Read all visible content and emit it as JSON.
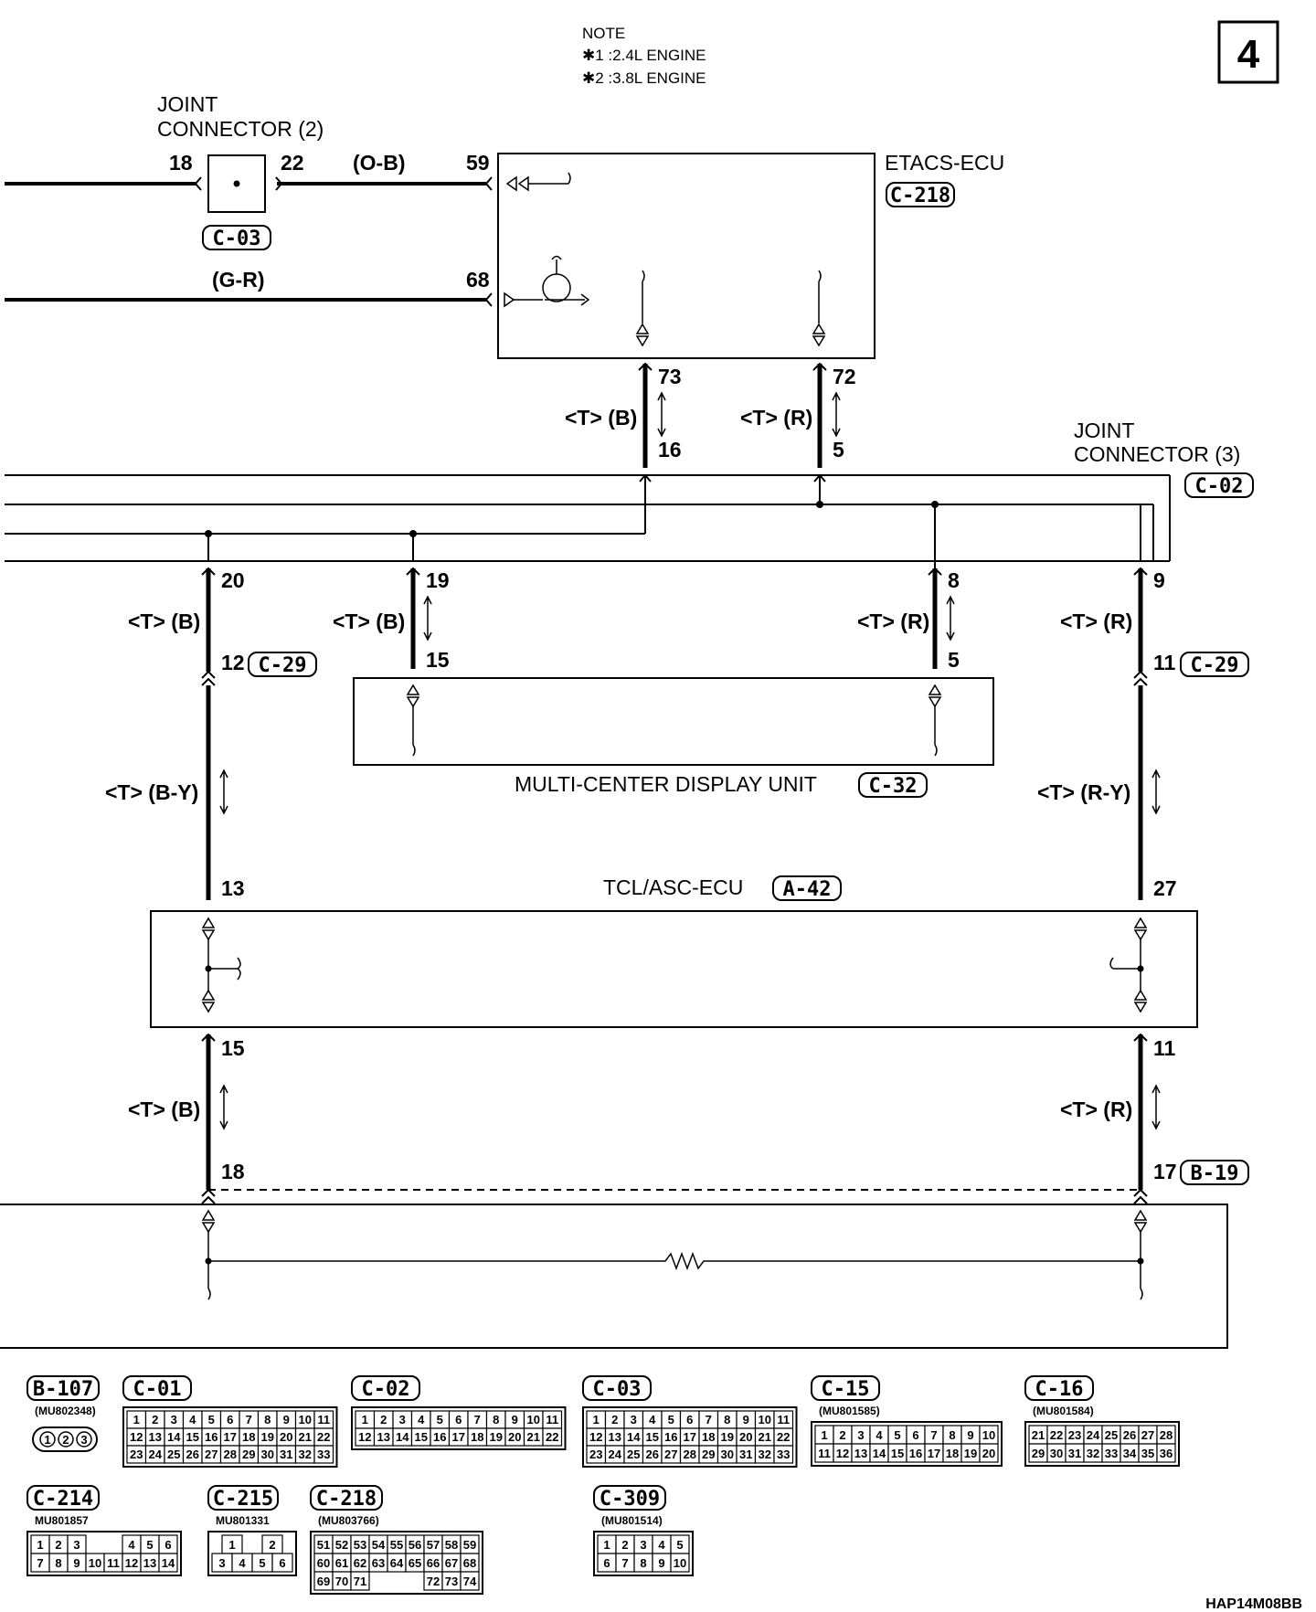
{
  "page_badge": "4",
  "note": {
    "title": "NOTE",
    "lines": [
      "✱1 :2.4L ENGINE",
      "✱2 :3.8L ENGINE"
    ]
  },
  "joint2": {
    "line1": "JOINT",
    "line2": "CONNECTOR (2)",
    "connector": "C-03",
    "pin_left": "18",
    "pin_right": "22"
  },
  "joint3": {
    "line1": "JOINT",
    "line2": "CONNECTOR (3)",
    "connector": "C-02"
  },
  "etacs": {
    "name": "ETACS-ECU",
    "connector": "C-218",
    "pin_59": "59",
    "pin_68": "68",
    "pin_73": "73",
    "pin_72": "72"
  },
  "wires": {
    "w59": "(O-B)",
    "w68": "(G-R)",
    "w73": "<T> (B)",
    "w72": "<T> (R)",
    "w20": "<T> (B)",
    "w19": "<T> (B)",
    "w8": "<T> (R)",
    "w9": "<T> (R)",
    "w12": "<T> (B-Y)",
    "w11": "<T> (R-Y)",
    "w15": "<T> (B)",
    "w11b": "<T> (R)"
  },
  "pins": {
    "p16": "16",
    "p5": "5",
    "p20": "20",
    "p19": "19",
    "p8": "8",
    "p9": "9",
    "p12": "12",
    "p15m": "15",
    "p5m": "5",
    "p11": "11",
    "p13": "13",
    "p27": "27",
    "p15": "15",
    "p11b": "11",
    "p18": "18",
    "p17": "17"
  },
  "conn_tags": {
    "c29a": "C-29",
    "c29b": "C-29",
    "b19": "B-19"
  },
  "mcdu": {
    "name": "MULTI-CENTER DISPLAY UNIT",
    "connector": "C-32"
  },
  "tcl": {
    "name": "TCL/ASC-ECU",
    "connector": "A-42"
  },
  "connector_legend": [
    {
      "id": "B-107",
      "part": "(MU802348)",
      "rows": [
        [
          "1",
          "2",
          "3"
        ]
      ]
    },
    {
      "id": "C-01",
      "part": "",
      "rows": [
        [
          "1",
          "2",
          "3",
          "4",
          "5",
          "6",
          "7",
          "8",
          "9",
          "10",
          "11"
        ],
        [
          "12",
          "13",
          "14",
          "15",
          "16",
          "17",
          "18",
          "19",
          "20",
          "21",
          "22"
        ],
        [
          "23",
          "24",
          "25",
          "26",
          "27",
          "28",
          "29",
          "30",
          "31",
          "32",
          "33"
        ]
      ]
    },
    {
      "id": "C-02",
      "part": "",
      "rows": [
        [
          "1",
          "2",
          "3",
          "4",
          "5",
          "6",
          "7",
          "8",
          "9",
          "10",
          "11"
        ],
        [
          "12",
          "13",
          "14",
          "15",
          "16",
          "17",
          "18",
          "19",
          "20",
          "21",
          "22"
        ]
      ]
    },
    {
      "id": "C-03",
      "part": "",
      "rows": [
        [
          "1",
          "2",
          "3",
          "4",
          "5",
          "6",
          "7",
          "8",
          "9",
          "10",
          "11"
        ],
        [
          "12",
          "13",
          "14",
          "15",
          "16",
          "17",
          "18",
          "19",
          "20",
          "21",
          "22"
        ],
        [
          "23",
          "24",
          "25",
          "26",
          "27",
          "28",
          "29",
          "30",
          "31",
          "32",
          "33"
        ]
      ]
    },
    {
      "id": "C-15",
      "part": "(MU801585)",
      "rows": [
        [
          "1",
          "2",
          "3",
          "4",
          "5",
          "6",
          "7",
          "8",
          "9",
          "10"
        ],
        [
          "11",
          "12",
          "13",
          "14",
          "15",
          "16",
          "17",
          "18",
          "19",
          "20"
        ]
      ]
    },
    {
      "id": "C-16",
      "part": "(MU801584)",
      "rows": [
        [
          "21",
          "22",
          "23",
          "24",
          "25",
          "26",
          "27",
          "28"
        ],
        [
          "29",
          "30",
          "31",
          "32",
          "33",
          "34",
          "35",
          "36"
        ]
      ]
    },
    {
      "id": "C-214",
      "part": "MU801857",
      "rows": [
        [
          "1",
          "2",
          "3",
          "",
          "",
          "4",
          "5",
          "6"
        ],
        [
          "7",
          "8",
          "9",
          "10",
          "11",
          "12",
          "13",
          "14"
        ]
      ]
    },
    {
      "id": "C-215",
      "part": "MU801331",
      "rows": [
        [
          "1",
          "",
          "2"
        ],
        [
          "3",
          "4",
          "5",
          "6"
        ]
      ]
    },
    {
      "id": "C-218",
      "part": "(MU803766)",
      "rows": [
        [
          "51",
          "52",
          "53",
          "54",
          "55",
          "56",
          "57",
          "58",
          "59"
        ],
        [
          "60",
          "61",
          "62",
          "63",
          "64",
          "65",
          "66",
          "67",
          "68"
        ],
        [
          "69",
          "70",
          "71",
          "",
          "",
          "",
          "72",
          "73",
          "74"
        ]
      ]
    },
    {
      "id": "C-309",
      "part": "(MU801514)",
      "rows": [
        [
          "1",
          "2",
          "3",
          "4",
          "5"
        ],
        [
          "6",
          "7",
          "8",
          "9",
          "10"
        ]
      ]
    }
  ],
  "footer_code": "HAP14M08BB"
}
